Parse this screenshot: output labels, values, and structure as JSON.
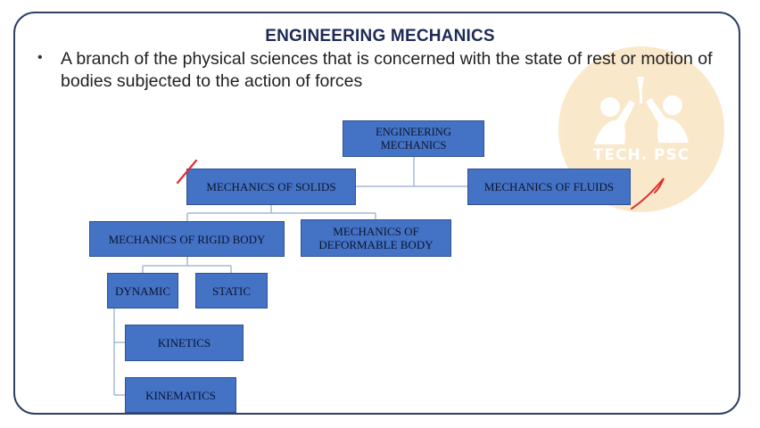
{
  "slide": {
    "title": "ENGINEERING MECHANICS",
    "bullet": "•",
    "definition": "A branch of the physical sciences that is concerned with the state of rest or motion of bodies subjected to the action of forces"
  },
  "watermark": {
    "text": "TECH. PSC"
  },
  "diagram": {
    "root": "ENGINEERING MECHANICS",
    "solids": "MECHANICS OF SOLIDS",
    "fluids": "MECHANICS OF FLUIDS",
    "rigid": "MECHANICS OF RIGID BODY",
    "deformable": "MECHANICS OF DEFORMABLE BODY",
    "dynamic": "DYNAMIC",
    "static": "STATIC",
    "kinetics": "KINETICS",
    "kinematics": "KINEMATICS"
  },
  "colors": {
    "box": "#4472c4",
    "connector": "#a9b8d3",
    "annotation": "#e03030"
  }
}
